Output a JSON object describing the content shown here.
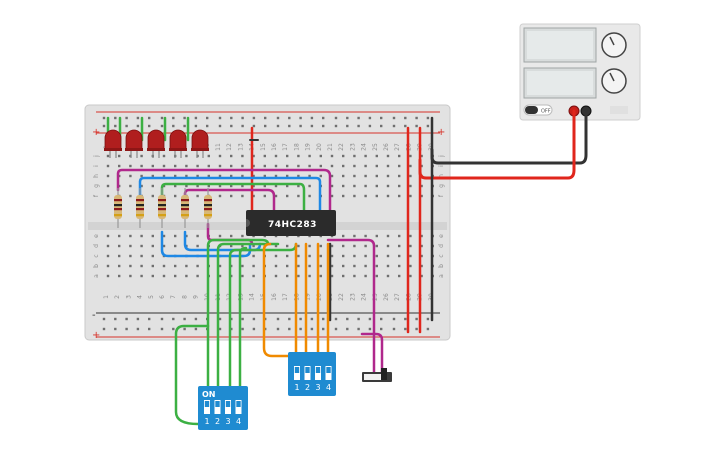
{
  "breadboard": {
    "row_letters_top": [
      "j",
      "i",
      "h",
      "g",
      "f"
    ],
    "row_letters_bottom": [
      "e",
      "d",
      "c",
      "b",
      "a"
    ],
    "column_numbers": [
      "1",
      "2",
      "3",
      "4",
      "5",
      "6",
      "7",
      "8",
      "9",
      "10",
      "11",
      "12",
      "13",
      "14",
      "15",
      "16",
      "17",
      "18",
      "19",
      "20",
      "21",
      "22",
      "23",
      "24",
      "25",
      "26",
      "27",
      "28",
      "29",
      "30"
    ],
    "rail_plus": "+",
    "rail_minus": "-"
  },
  "ic_chip": {
    "label": "74HC283"
  },
  "dip_switch_a": {
    "on_label": "ON",
    "switch_numbers": [
      "1",
      "2",
      "3",
      "4"
    ]
  },
  "dip_switch_b": {
    "on_label": "ON",
    "switch_numbers": [
      "1",
      "2",
      "3",
      "4"
    ]
  },
  "power_supply": {
    "off_label": "OFF"
  },
  "colors": {
    "wire_green": "#3cb043",
    "wire_blue": "#1e88e5",
    "wire_orange": "#f08a00",
    "wire_magenta": "#b0288c",
    "wire_red": "#e0261c",
    "wire_black": "#333333",
    "dip_blue": "#1f8bd1",
    "led_red": "#b01e1e"
  }
}
